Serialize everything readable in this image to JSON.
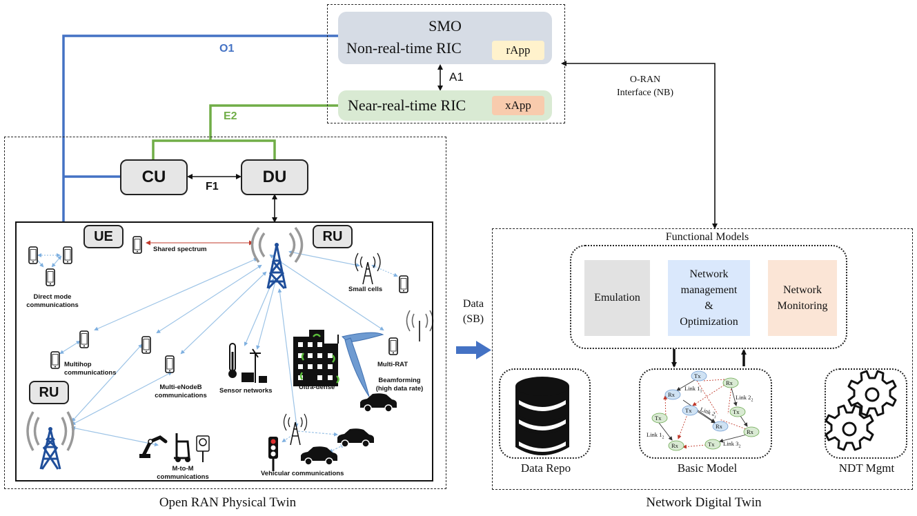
{
  "orchestration": {
    "smo_title": "SMO",
    "nonrt_ric": "Non-real-time RIC",
    "rapp": "rApp",
    "a1": "A1",
    "nearrt_ric": "Near-real-time RIC",
    "xapp": "xApp"
  },
  "interfaces": {
    "o1": "O1",
    "e2": "E2",
    "f1": "F1",
    "oran_nb": "O-RAN\nInterface (NB)",
    "data_sb": "Data\n(SB)"
  },
  "physical": {
    "cu": "CU",
    "du": "DU",
    "ue": "UE",
    "ru_top": "RU",
    "ru_left": "RU",
    "shared_spectrum": "Shared spectrum",
    "direct_mode": "Direct mode\ncommunications",
    "small_cells": "Small cells",
    "multihop": "Multihop\ncommunications",
    "multi_enodeb": "Multi-eNodeB\ncommunications",
    "sensor_networks": "Sensor networks",
    "ultra_dense": "Ultra-dense",
    "multi_rat": "Multi-RAT",
    "beamforming": "Beamforming\n(high data rate)",
    "m2m": "M-to-M\ncommunications",
    "vehicular": "Vehicular communications",
    "caption": "Open RAN Physical Twin"
  },
  "digital": {
    "functional_models": "Functional Models",
    "emulation": "Emulation",
    "net_mgmt": "Network\nmanagement\n&\nOptimization",
    "net_monitoring": "Network\nMonitoring",
    "data_repo": "Data Repo",
    "basic_model": "Basic Model",
    "ndt_mgmt": "NDT Mgmt",
    "caption": "Network Digital Twin"
  },
  "basic_model_graph": {
    "tx": "Tx",
    "rx": "Rx",
    "link1_1": "Link 1",
    "link1_sub": "1",
    "link2_1": "Link 2",
    "link2_1_sub": "1",
    "link1_2": "Link 1",
    "link1_2_sub": "2",
    "link2_2": "Link 2",
    "link2_2_sub": "2",
    "link3_2": "Link 3",
    "link3_2_sub": "2"
  },
  "colors": {
    "o1_line": "#4472c4",
    "e2_line": "#70ad47",
    "smo_fill": "#d6dce5",
    "ric_fill": "#d9ead3",
    "rapp_fill": "#fff2cc",
    "xapp_fill": "#f8cbad",
    "emulation_fill": "#e2e2e2",
    "mgmt_fill": "#dae8fc",
    "monitoring_fill": "#fbe5d6",
    "link_blue": "#9cc3e6",
    "tower_blue": "#1f4e9a"
  }
}
